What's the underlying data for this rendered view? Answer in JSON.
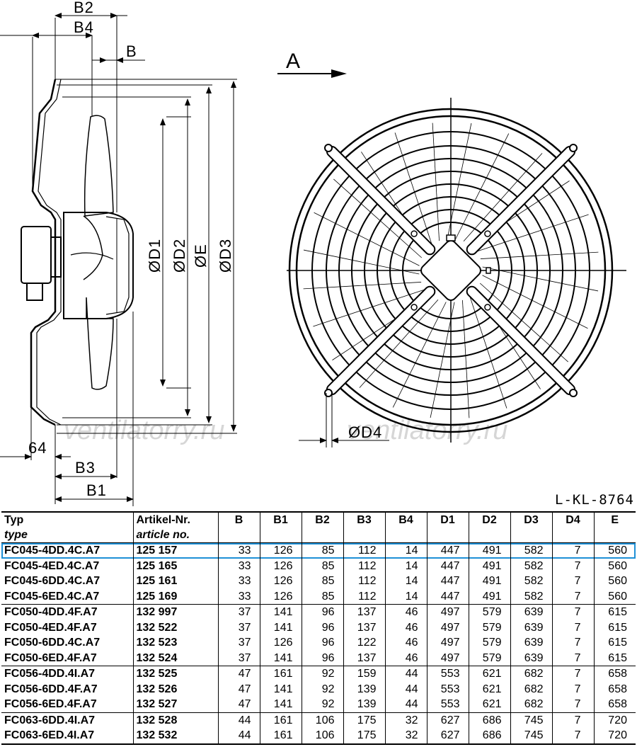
{
  "drawing": {
    "dim_labels": {
      "B2": "B2",
      "B4": "B4",
      "B": "B",
      "B3": "B3",
      "B1": "B1",
      "L64": "64",
      "D1": "ØD1",
      "D2": "ØD2",
      "E": "ØE",
      "D3": "ØD3",
      "D4": "ØD4",
      "view": "A"
    },
    "watermark": "ventilatorry.ru",
    "code": "L-KL-8764"
  },
  "table": {
    "headers": {
      "type": "Typ",
      "type_sub": "type",
      "article": "Artikel-Nr.",
      "article_sub": "article no.",
      "cols": [
        "B",
        "B1",
        "B2",
        "B3",
        "B4",
        "D1",
        "D2",
        "D3",
        "D4",
        "E"
      ]
    },
    "rows": [
      {
        "type": "FC045-4DD.4C.A7",
        "article": "125 157",
        "v": [
          "33",
          "126",
          "85",
          "112",
          "14",
          "447",
          "491",
          "582",
          "7",
          "560"
        ]
      },
      {
        "type": "FC045-4ED.4C.A7",
        "article": "125 165",
        "v": [
          "33",
          "126",
          "85",
          "112",
          "14",
          "447",
          "491",
          "582",
          "7",
          "560"
        ]
      },
      {
        "type": "FC045-6DD.4C.A7",
        "article": "125 161",
        "v": [
          "33",
          "126",
          "85",
          "112",
          "14",
          "447",
          "491",
          "582",
          "7",
          "560"
        ]
      },
      {
        "type": "FC045-6ED.4C.A7",
        "article": "125 169",
        "v": [
          "33",
          "126",
          "85",
          "112",
          "14",
          "447",
          "491",
          "582",
          "7",
          "560"
        ]
      },
      {
        "type": "FC050-4DD.4F.A7",
        "article": "132 997",
        "v": [
          "37",
          "141",
          "96",
          "137",
          "46",
          "497",
          "579",
          "639",
          "7",
          "615"
        ]
      },
      {
        "type": "FC050-4ED.4F.A7",
        "article": "132 522",
        "v": [
          "37",
          "141",
          "96",
          "137",
          "46",
          "497",
          "579",
          "639",
          "7",
          "615"
        ]
      },
      {
        "type": "FC050-6DD.4C.A7",
        "article": "132 523",
        "v": [
          "37",
          "126",
          "96",
          "122",
          "46",
          "497",
          "579",
          "639",
          "7",
          "615"
        ]
      },
      {
        "type": "FC050-6ED.4F.A7",
        "article": "132 524",
        "v": [
          "37",
          "141",
          "96",
          "137",
          "46",
          "497",
          "579",
          "639",
          "7",
          "615"
        ]
      },
      {
        "type": "FC056-4DD.4I.A7",
        "article": "132 525",
        "v": [
          "47",
          "161",
          "92",
          "159",
          "44",
          "553",
          "621",
          "682",
          "7",
          "658"
        ]
      },
      {
        "type": "FC056-6DD.4F.A7",
        "article": "132 526",
        "v": [
          "47",
          "141",
          "92",
          "139",
          "44",
          "553",
          "621",
          "682",
          "7",
          "658"
        ]
      },
      {
        "type": "FC056-6ED.4F.A7",
        "article": "132 527",
        "v": [
          "47",
          "141",
          "92",
          "139",
          "44",
          "553",
          "621",
          "682",
          "7",
          "658"
        ]
      },
      {
        "type": "FC063-6DD.4I.A7",
        "article": "132 528",
        "v": [
          "44",
          "161",
          "106",
          "175",
          "32",
          "627",
          "686",
          "745",
          "7",
          "720"
        ]
      },
      {
        "type": "FC063-6ED.4I.A7",
        "article": "132 532",
        "v": [
          "44",
          "161",
          "106",
          "175",
          "32",
          "627",
          "686",
          "745",
          "7",
          "720"
        ]
      }
    ]
  },
  "colors": {
    "highlight": "#1e90d6"
  }
}
